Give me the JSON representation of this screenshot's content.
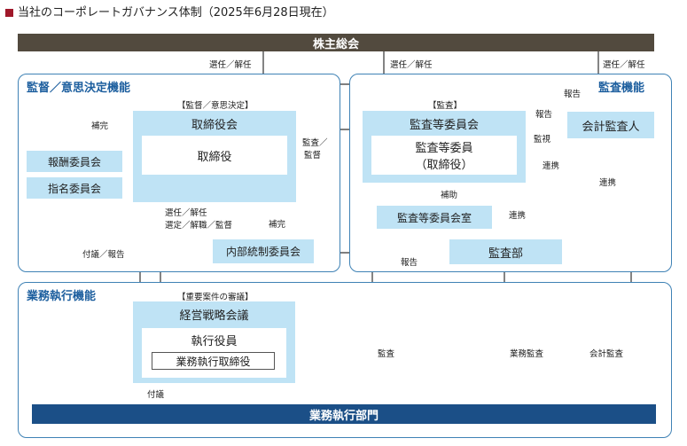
{
  "title": "当社のコーポレートガバナンス体制（2025年6月28日現在）",
  "shareholders_meeting": "株主総会",
  "business_departments": "業務執行部門",
  "panels": {
    "oversight": "監督／意思決定機能",
    "audit": "監査機能",
    "execution": "業務執行機能"
  },
  "boxes": {
    "board_outer": "取締役会",
    "board_inner": "取締役",
    "remuneration_committee": "報酬委員会",
    "nomination_committee": "指名委員会",
    "internal_control_committee": "内部統制委員会",
    "audit_committee_outer": "監査等委員会",
    "audit_committee_inner_line1": "監査等委員",
    "audit_committee_inner_line2": "（取締役）",
    "audit_committee_office": "監査等委員会室",
    "accounting_auditor": "会計監査人",
    "audit_department": "監査部",
    "strategy_meeting": "経営戦略会議",
    "executive_officers": "執行役員",
    "executive_directors": "業務執行取締役"
  },
  "brackets": {
    "board": "【監督／意思決定】",
    "audit": "【監査】",
    "strategy": "【重要案件の審議】"
  },
  "labels": {
    "elect_dismiss_1": "選任／解任",
    "elect_dismiss_2": "選任／解任",
    "elect_dismiss_3": "選任／解任",
    "supplement_1": "補完",
    "supplement_2": "補完",
    "audit_supervise_1": "監査／",
    "audit_supervise_2": "監督",
    "report_1": "報告",
    "report_2": "報告",
    "report_3": "報告",
    "monitor": "監視",
    "cooperation_1": "連携",
    "cooperation_2": "連携",
    "cooperation_3": "連携",
    "assist": "補助",
    "elect_line1": "選任／解任",
    "elect_line2": "選定／解職／監督",
    "refer_report": "付議／報告",
    "audit": "監査",
    "business_audit": "業務監査",
    "accounting_audit": "会計監査",
    "refer": "付議"
  },
  "colors": {
    "accent_red": "#a0182a",
    "dark_bar": "#524a3e",
    "navy_bar": "#1b4f87",
    "panel_border": "#3f82b5",
    "panel_title": "#1c5e9e",
    "light_box": "#bfe3f5"
  }
}
